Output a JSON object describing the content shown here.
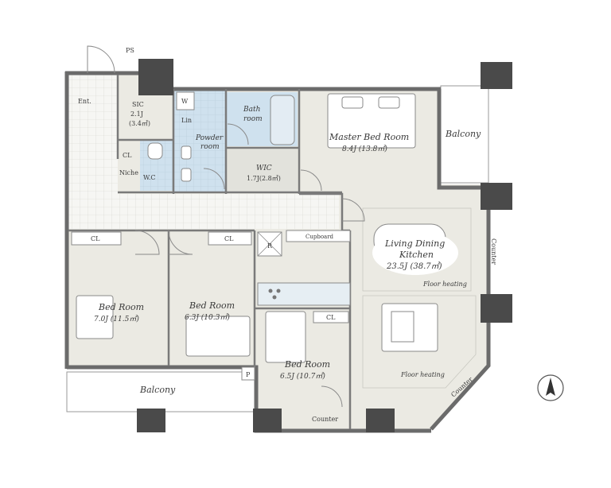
{
  "labels": {
    "ps": "PS",
    "ent": "Ent.",
    "sic": "SIC",
    "sic_j": "2.1J",
    "sic_m": "(3.4㎡)",
    "w_small": "W",
    "lin": "Lin",
    "bath": "Bath",
    "bath2": "room",
    "powder": "Powder",
    "powder2": "room",
    "cl_top": "CL",
    "niche": "Niche",
    "wc": "W.C",
    "wic": "WIC",
    "wic_size": "1.7J(2.8㎡)",
    "master": "Master Bed Room",
    "master_size": "8.4J (13.8㎡)",
    "balcony_right": "Balcony",
    "living": "Living Dining",
    "kitchen": "Kitchen",
    "living_size": "23.5J (38.7㎡)",
    "floor_heating": "Floor heating",
    "floor_heating2": "Floor heating",
    "counter_right": "Counter",
    "counter_diag": "Counter",
    "counter_bottom": "Counter",
    "cupboard": "Cupboard",
    "r": "R",
    "cl_bed1": "CL",
    "cl_bed2": "CL",
    "cl_bed3": "CL",
    "bed1": "Bed Room",
    "bed1_size": "7.0J (11.5㎡)",
    "bed2": "Bed Room",
    "bed2_size": "6.3J (10.3㎡)",
    "bed3": "Bed Room",
    "bed3_size": "6.5J (10.7㎡)",
    "p": "P",
    "balcony_bottom": "Balcony"
  },
  "colors": {
    "floor": "#ebeae3",
    "wet": "#cfe1ee",
    "wall": "#6b6b6b",
    "pillar": "#4a4a4a",
    "line": "#9a9a9a",
    "oval": "#ffffff"
  }
}
